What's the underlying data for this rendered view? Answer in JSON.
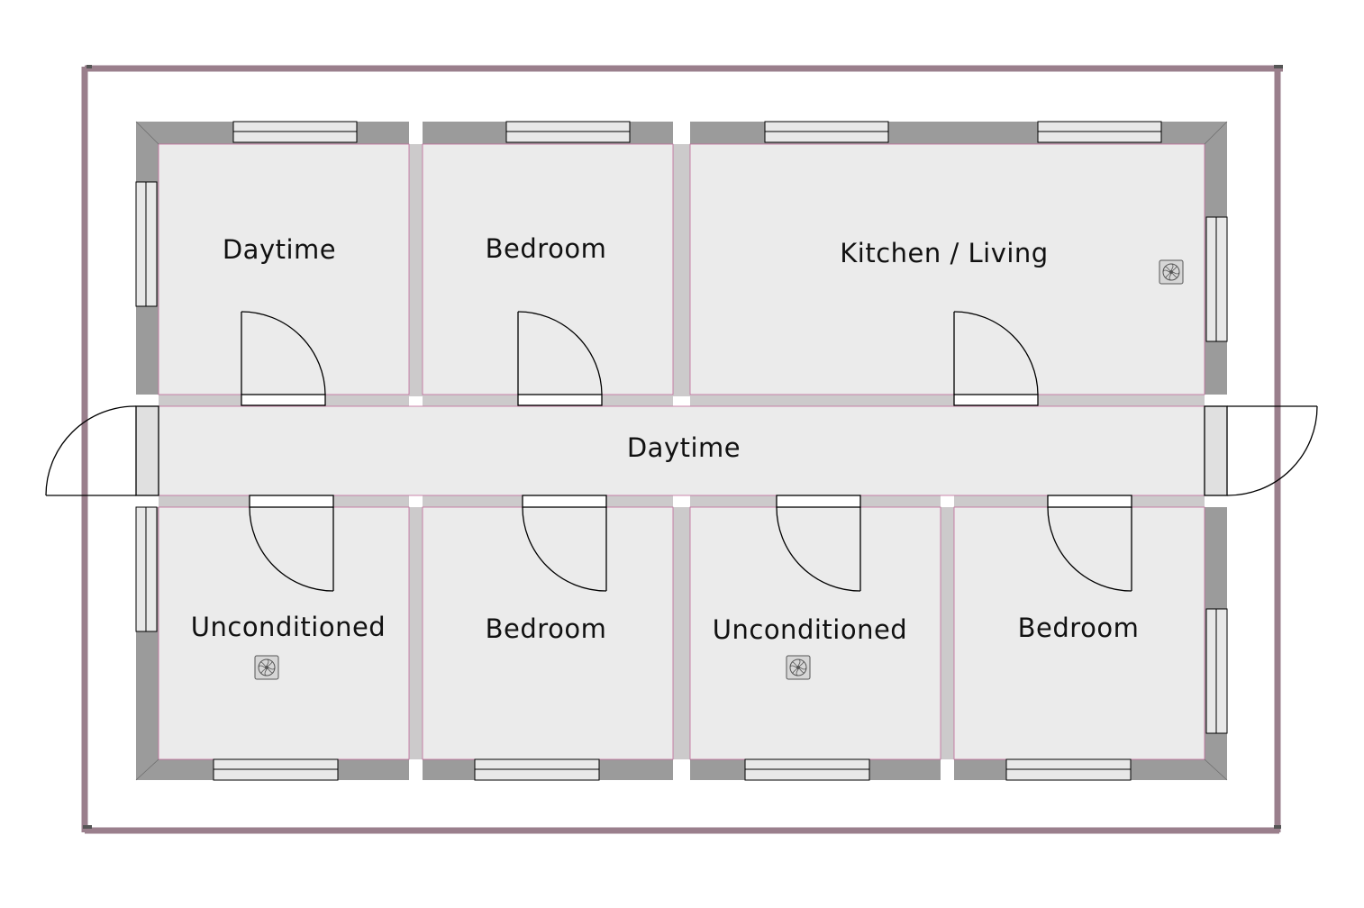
{
  "colors": {
    "background": "#ffffff",
    "site_boundary": "#9a7f8c",
    "site_boundary_joint": "#555555",
    "exterior_wall": "#9b9b9b",
    "interior_wall": "#cccacb",
    "floor": "#ebebeb",
    "floor_edge": "#c06a9a",
    "window_fill": "#e8e8e8",
    "door_line": "#000000",
    "fixture_fill": "#d6d6d6"
  },
  "rooms": [
    {
      "id": "top-left",
      "label": "Daytime",
      "kind": "room"
    },
    {
      "id": "top-mid",
      "label": "Bedroom",
      "kind": "room"
    },
    {
      "id": "top-right",
      "label": "Kitchen / Living",
      "kind": "room"
    },
    {
      "id": "corridor",
      "label": "Daytime",
      "kind": "corridor"
    },
    {
      "id": "bottom-1",
      "label": "Unconditioned",
      "kind": "room"
    },
    {
      "id": "bottom-2",
      "label": "Bedroom",
      "kind": "room"
    },
    {
      "id": "bottom-3",
      "label": "Unconditioned",
      "kind": "room"
    },
    {
      "id": "bottom-4",
      "label": "Bedroom",
      "kind": "room"
    }
  ],
  "fixtures": [
    {
      "room": "top-right",
      "icon": "fan-icon"
    },
    {
      "room": "bottom-1",
      "icon": "fan-icon"
    },
    {
      "room": "bottom-3",
      "icon": "fan-icon"
    }
  ]
}
